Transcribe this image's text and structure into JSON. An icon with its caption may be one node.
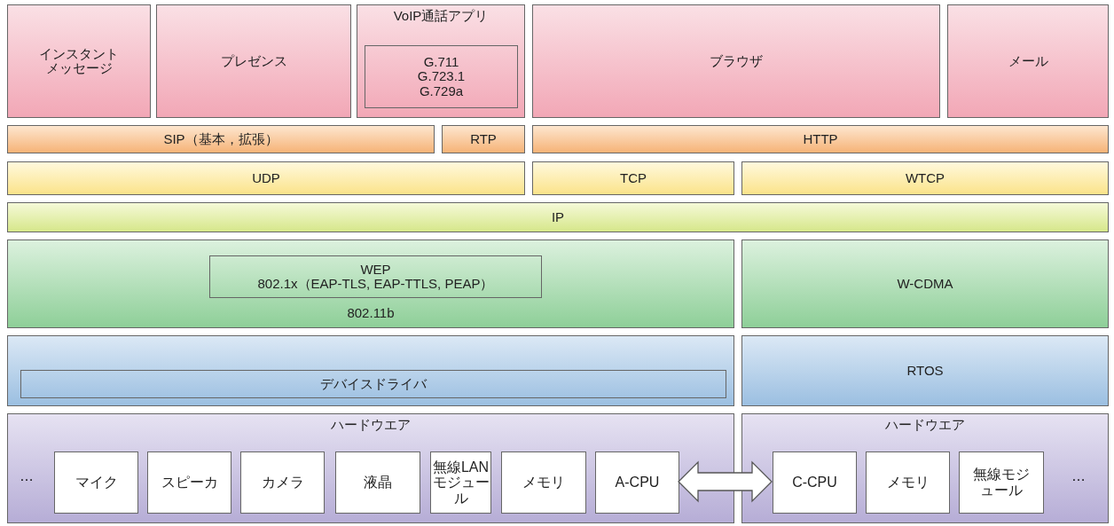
{
  "diagram": {
    "nodes": [
      {
        "text": [
          "インスタントメッセージ"
        ]
      },
      {
        "text": [
          "プレゼンス"
        ]
      },
      {
        "text": [
          "VoIP通話アプリ"
        ]
      },
      {
        "text": [
          "G.711 G.723.1 G.729a"
        ],
        "in": 2
      },
      {
        "text": [
          "ブラウザ"
        ]
      },
      {
        "text": [
          "メール"
        ]
      },
      {
        "text": [
          "SIP（基本，拡張）"
        ]
      },
      {
        "text": [
          "RTP"
        ]
      },
      {
        "text": [
          "HTTP"
        ]
      },
      {
        "text": [
          "UDP"
        ]
      },
      {
        "text": [
          "TCP"
        ]
      },
      {
        "text": [
          "WTCP"
        ]
      },
      {
        "text": [
          "IP"
        ]
      },
      {
        "text": [
          "802.11b"
        ]
      },
      {
        "text": [
          "WEP",
          "802.1x（EAP-TLS, EAP-TTLS, PEAP）"
        ],
        "in": 13
      },
      {
        "text": [
          "W-CDMA"
        ]
      },
      {
        "text": [],
        "shape": "box"
      },
      {
        "text": [
          "デバイスドライバ"
        ],
        "in": 16
      },
      {
        "text": [
          "RTOS"
        ]
      },
      {
        "text": [
          "ハードウエア"
        ]
      },
      {
        "text": [
          "マイク"
        ],
        "in": 19
      },
      {
        "text": [
          "スピーカ"
        ],
        "in": 19
      },
      {
        "text": [
          "カメラ"
        ],
        "in": 19
      },
      {
        "text": [
          "液晶"
        ],
        "in": 19
      },
      {
        "text": [
          "無線LANモジュール"
        ],
        "in": 19
      },
      {
        "text": [
          "メモリ"
        ],
        "in": 19
      },
      {
        "text": [
          "A-CPU"
        ],
        "in": 19
      },
      {
        "text": [
          "ハードウエア"
        ]
      },
      {
        "text": [
          "C-CPU"
        ],
        "in": 27
      },
      {
        "text": [
          "メモリ"
        ],
        "in": 27
      },
      {
        "text": [
          "無線モジュール"
        ],
        "in": 27
      }
    ],
    "edges": [
      {
        "from": 26,
        "to": 28,
        "arrow": "both"
      }
    ],
    "labels": [
      "…",
      "…"
    ]
  }
}
